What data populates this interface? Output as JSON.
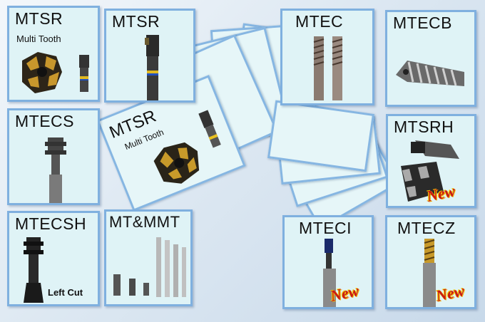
{
  "cards": {
    "mtsr_a": {
      "title": "MTSR",
      "subtitle": "Multi  Tooth"
    },
    "mtsr_b": {
      "title": "MTSR"
    },
    "mtec": {
      "title": "MTEC"
    },
    "mtecb": {
      "title": "MTECB"
    },
    "mtecs": {
      "title": "MTECS"
    },
    "mtsrh": {
      "title": "MTSRH",
      "badge": "New"
    },
    "mtecsh": {
      "title": "MTECSH",
      "caption": "Left Cut"
    },
    "mtmmt": {
      "title": "MT&MMT"
    },
    "mteci": {
      "title": "MTECI",
      "badge": "New"
    },
    "mtecz": {
      "title": "MTECZ",
      "badge": "New"
    },
    "fan_front": {
      "title": "MTSR",
      "subtitle": "Multi Tooth"
    }
  },
  "colors": {
    "card_border": "#7fb0df",
    "card_bg": "#dff3f6",
    "new_red": "#c81818",
    "new_gold": "#f3b400"
  }
}
